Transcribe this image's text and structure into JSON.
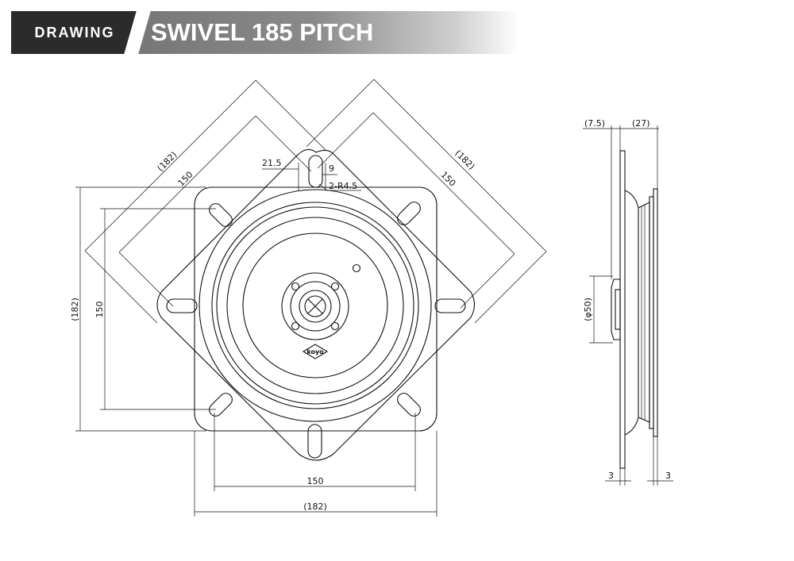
{
  "header": {
    "tag": "DRAWING",
    "title": "SWIVEL 185 PITCH"
  },
  "drawing": {
    "logo_text": "koyo",
    "front_view_dimensions": {
      "diag_left_outer": "(182)",
      "diag_left_inner": "150",
      "diag_right_outer": "(182)",
      "diag_right_inner": "150",
      "slot_width": "21.5",
      "slot_gap": "9",
      "slot_radius": "2-R4.5",
      "vert_outer": "(182)",
      "vert_inner": "150",
      "horiz_inner": "150",
      "horiz_outer": "(182)"
    },
    "side_view_dimensions": {
      "top_left": "(7.5)",
      "top_right": "(27)",
      "dia": "(φ50)",
      "bottom_left": "3",
      "bottom_right": "3"
    }
  }
}
